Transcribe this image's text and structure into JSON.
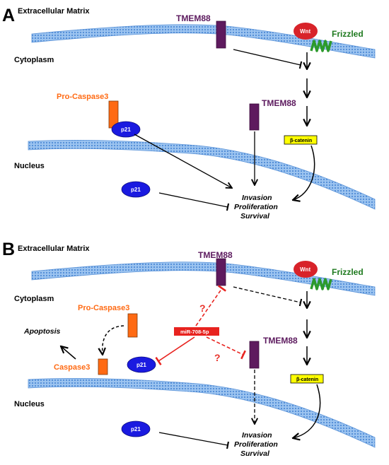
{
  "colors": {
    "membrane": "#7aaee8",
    "tmem88": "#5e1a5e",
    "wnt": "#d8232a",
    "frizzled": "#2c9a2c",
    "p21": "#1a1ae0",
    "caspase": "#ff6a13",
    "beta_catenin": "#ffff00",
    "mir": "#e8231f"
  },
  "panel_a": {
    "letter": "A",
    "extracellular": "Extracellular Matrix",
    "cytoplasm": "Cytoplasm",
    "nucleus": "Nucleus",
    "tmem88_membrane": "TMEM88",
    "tmem88_cyto": "TMEM88",
    "wnt": "Wnt",
    "frizzled": "Frizzled",
    "pro_caspase3": "Pro-Caspase3",
    "p21_cyto": "p21",
    "p21_nucleus": "p21",
    "beta_catenin": "β-catenin",
    "outcome_line1": "Invasion",
    "outcome_line2": "Proliferation",
    "outcome_line3": "Survival"
  },
  "panel_b": {
    "letter": "B",
    "extracellular": "Extracellular Matrix",
    "cytoplasm": "Cytoplasm",
    "nucleus": "Nucleus",
    "tmem88_membrane": "TMEM88",
    "tmem88_cyto": "TMEM88",
    "wnt": "Wnt",
    "frizzled": "Frizzled",
    "pro_caspase3": "Pro-Caspase3",
    "apoptosis": "Apoptosis",
    "caspase3": "Caspase3",
    "mir": "miR-708-5p",
    "question_1": "?",
    "question_2": "?",
    "p21_cyto": "p21",
    "p21_nucleus": "p21",
    "beta_catenin": "β-catenin",
    "outcome_line1": "Invasion",
    "outcome_line2": "Proliferation",
    "outcome_line3": "Survival"
  }
}
